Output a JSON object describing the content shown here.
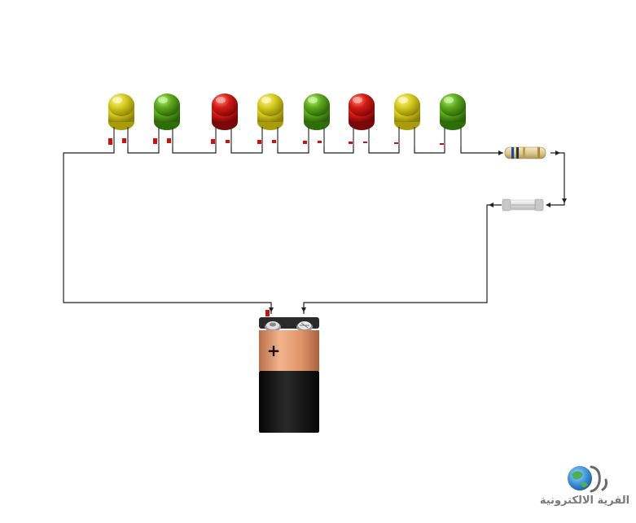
{
  "circuit": {
    "components": [
      "led-yellow",
      "led-green",
      "led-red",
      "led-yellow",
      "led-green",
      "led-red",
      "led-yellow",
      "led-green",
      "resistor",
      "fuse",
      "battery-9v"
    ],
    "led_colors": [
      "yellow",
      "green",
      "red",
      "yellow",
      "green",
      "red",
      "yellow",
      "green"
    ],
    "color_hex": {
      "yellow": "#c8be10",
      "green": "#4a9a10",
      "red": "#c81010",
      "wire": "#222222",
      "battery_copper": "#e29a6e",
      "battery_black": "#161616"
    },
    "battery_polarity_symbol": "+"
  },
  "watermark": {
    "text": "القرية الالكترونية",
    "icon": "globe-icon"
  }
}
